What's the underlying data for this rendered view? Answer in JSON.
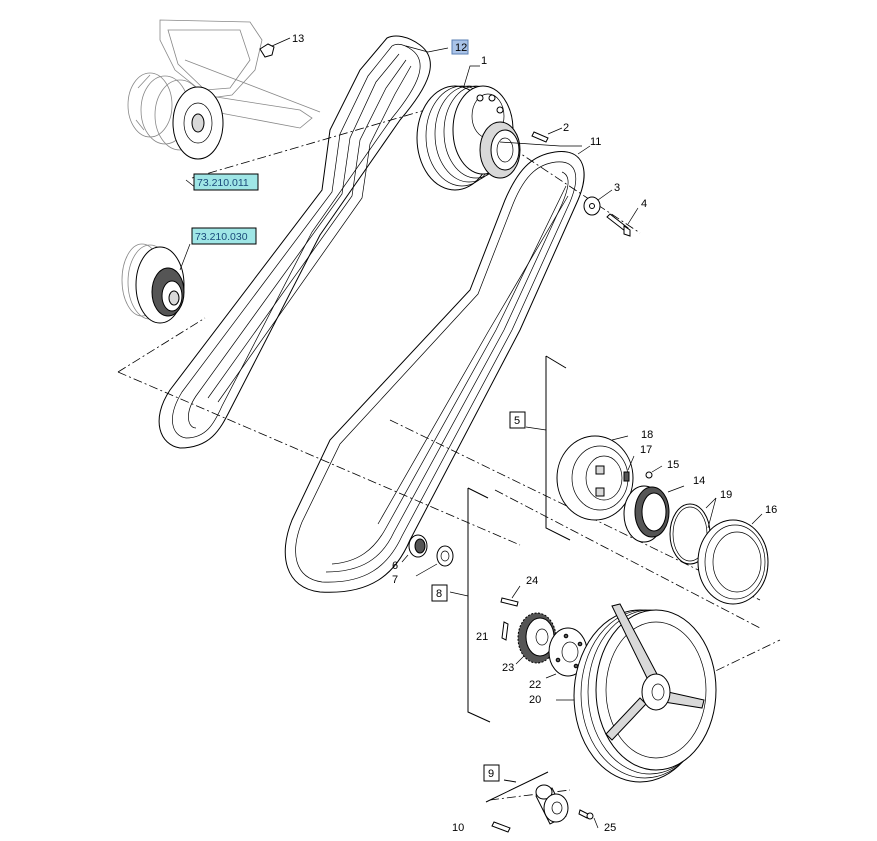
{
  "callouts": {
    "c1": "1",
    "c2": "2",
    "c3": "3",
    "c4": "4",
    "c5": "5",
    "c6": "6",
    "c7": "7",
    "c8": "8",
    "c9": "9",
    "c10": "10",
    "c11": "11",
    "c12": "12",
    "c13": "13",
    "c14": "14",
    "c15": "15",
    "c16": "16",
    "c17": "17",
    "c18": "18",
    "c19": "19",
    "c20": "20",
    "c21": "21",
    "c22": "22",
    "c23": "23",
    "c24": "24",
    "c25": "25"
  },
  "references": {
    "ref_idler": "73.210.011",
    "ref_tensioner": "73.210.030"
  },
  "colors": {
    "highlight_fill": "#a9c3e8",
    "reference_fill": "#9fe6e6",
    "line": "#000000"
  }
}
